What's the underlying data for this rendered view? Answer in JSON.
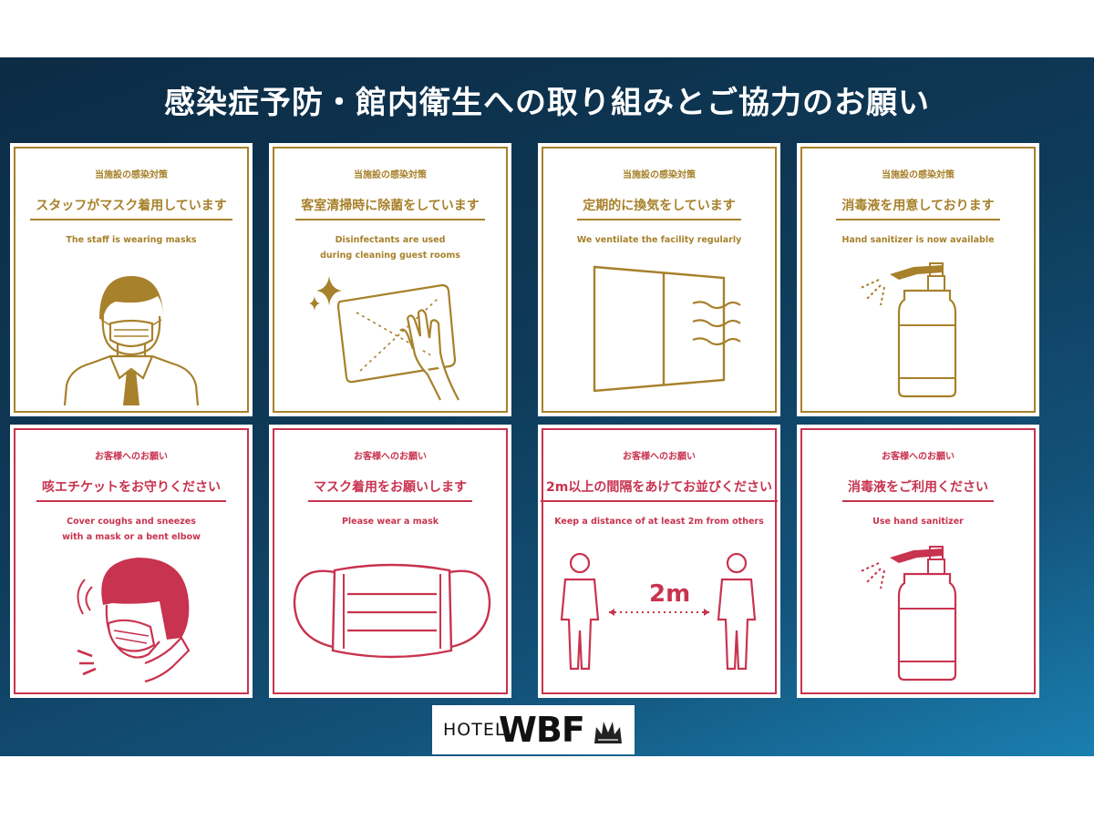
{
  "title": "感染症予防・館内衛生への取り組みとご協力のお願い",
  "colors": {
    "gold": "#a7812b",
    "red": "#c8334f",
    "background": "#0e3a58"
  },
  "cards": [
    {
      "category": "当施設の感染対策",
      "jp": "スタッフがマスク着用しています",
      "en": "The staff is wearing masks",
      "icon": "staff-mask-icon"
    },
    {
      "category": "当施設の感染対策",
      "jp": "客室清掃時に除菌をしています",
      "en": "Disinfectants are used\nduring cleaning guest rooms",
      "icon": "wipe-disinfect-icon"
    },
    {
      "category": "当施設の感染対策",
      "jp": "定期的に換気をしています",
      "en": "We ventilate the facility regularly",
      "icon": "window-ventilation-icon"
    },
    {
      "category": "当施設の感染対策",
      "jp": "消毒液を用意しております",
      "en": "Hand sanitizer is now available",
      "icon": "sanitizer-bottle-icon"
    },
    {
      "category": "お客様へのお願い",
      "jp": "咳エチケットをお守りください",
      "en": "Cover coughs and sneezes\nwith a mask or a bent elbow",
      "icon": "cough-etiquette-icon"
    },
    {
      "category": "お客様へのお願い",
      "jp": "マスク着用をお願いします",
      "en": "Please wear a mask",
      "icon": "face-mask-icon"
    },
    {
      "category": "お客様へのお願い",
      "jp": "2m以上の間隔をあけてお並びください",
      "en": "Keep a distance of at least 2m from others",
      "icon": "social-distance-icon",
      "distance_label": "2m"
    },
    {
      "category": "お客様へのお願い",
      "jp": "消毒液をご利用ください",
      "en": "Use hand sanitizer",
      "icon": "sanitizer-bottle-icon"
    }
  ],
  "logo": {
    "hotel": "HOTEL",
    "name": "WBF",
    "icon": "crown-icon"
  }
}
